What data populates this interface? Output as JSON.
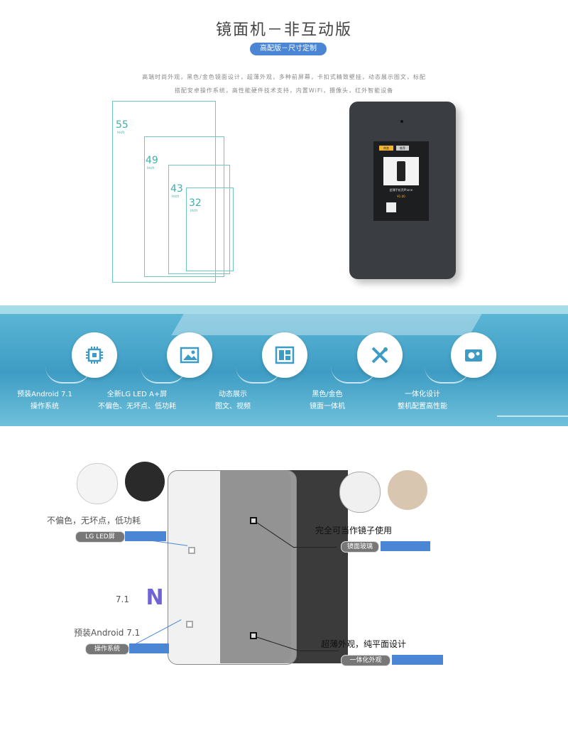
{
  "header": {
    "title": "镜面机－非互动版",
    "badge": "高配版－尺寸定制",
    "desc_line1": "高端时尚外观，黑色/金色镜面设计，超薄外观，多种前屏幕，卡扣式精致壁挂，动态展示图文，标配",
    "desc_line2": "搭配安卓操作系统，高性能硬件技术支持，内置WiFi，摄像头，红外智能设备"
  },
  "sizes": [
    {
      "num": "55",
      "unit": "inch"
    },
    {
      "num": "49",
      "unit": "inch"
    },
    {
      "num": "43",
      "unit": "inch"
    },
    {
      "num": "32",
      "unit": "inch"
    }
  ],
  "device_screen": {
    "tab_left": "热卖",
    "tab_right": "推荐",
    "product_line": "超薄手机壳Phone",
    "price": "¥1.00"
  },
  "features": [
    {
      "icon": "chip-icon",
      "line1": "预装Android 7.1",
      "line2": "操作系统"
    },
    {
      "icon": "image-icon",
      "line1": "全新LG LED A+屏",
      "line2": "不偏色、无坏点、低功耗"
    },
    {
      "icon": "gallery-icon",
      "line1": "动态展示",
      "line2": "图文、视频"
    },
    {
      "icon": "frame-icon",
      "line1": "黑色/金色",
      "line2": "镜面一体机"
    },
    {
      "icon": "tools-icon",
      "line1": "一体化设计",
      "line2": "整机配置高性能"
    },
    {
      "icon": "camera-icon",
      "line1": "",
      "line2": ""
    }
  ],
  "callouts": {
    "left_top_text": "不偏色，无坏点，低功耗",
    "left_top_tag": "LG LED屏",
    "left_bottom_text": "预装Android 7.1",
    "left_bottom_tag": "操作系统",
    "right_top_text": "完全可当作镜子使用",
    "right_top_tag": "镜面玻璃",
    "right_bottom_text": "超薄外观，纯平面设计",
    "right_bottom_tag": "一体化外观",
    "android_version": "7.1",
    "android_letter": "N"
  },
  "colors": {
    "accent": "#4a86d4",
    "teal": "#3fb0ab",
    "band": "#3e9cc4"
  }
}
